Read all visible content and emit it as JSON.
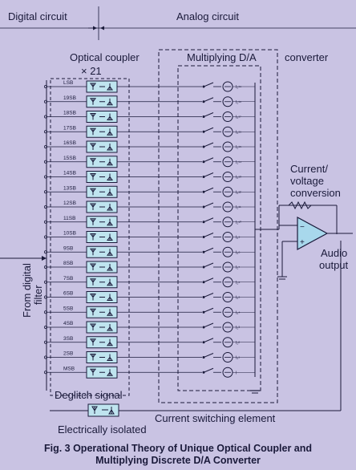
{
  "labels": {
    "digital_circuit": "Digital circuit",
    "analog_circuit": "Analog circuit",
    "optical_coupler": "Optical coupler",
    "coupler_count": "× 21",
    "multiplying_da": "Multiplying D/A",
    "converter": "converter",
    "current_voltage_1": "Current/",
    "current_voltage_2": "voltage",
    "current_voltage_3": "conversion",
    "audio_1": "Audio",
    "audio_2": "output",
    "from_digital_1": "From digital",
    "from_digital_2": "filter",
    "deglitch": "Deglitch signal",
    "electrically_isolated": "Electrically isolated",
    "current_switching": "Current switching element"
  },
  "bits": [
    "LSB",
    "19SB",
    "18SB",
    "17SB",
    "16SB",
    "15SB",
    "14SB",
    "13SB",
    "12SB",
    "11SB",
    "10SB",
    "9SB",
    "8SB",
    "7SB",
    "6SB",
    "5SB",
    "4SB",
    "3SB",
    "2SB",
    "MSB"
  ],
  "currents": [
    "I₂¹⁹",
    "I₂¹⁸",
    "I₂¹⁷",
    "I₂¹⁶",
    "I₂¹⁵",
    "I₂¹⁴",
    "I₂¹³",
    "I₂¹²",
    "I₂¹¹",
    "I₂¹⁰",
    "I₂⁹",
    "I₂⁸",
    "I₂⁷",
    "I₂⁶",
    "I₂⁵",
    "I₂⁴",
    "I₂³",
    "I₂²",
    "I₂¹",
    "I"
  ],
  "caption": {
    "line1": "Fig. 3 Operational Theory of Unique Optical Coupler and",
    "line2": "Multiplying Discrete D/A Converter"
  },
  "colors": {
    "background": "#c9c3e3",
    "coupler_fill": "#bfe4ef",
    "amp_fill": "#a8d8ec",
    "line": "#1a1a3a"
  }
}
